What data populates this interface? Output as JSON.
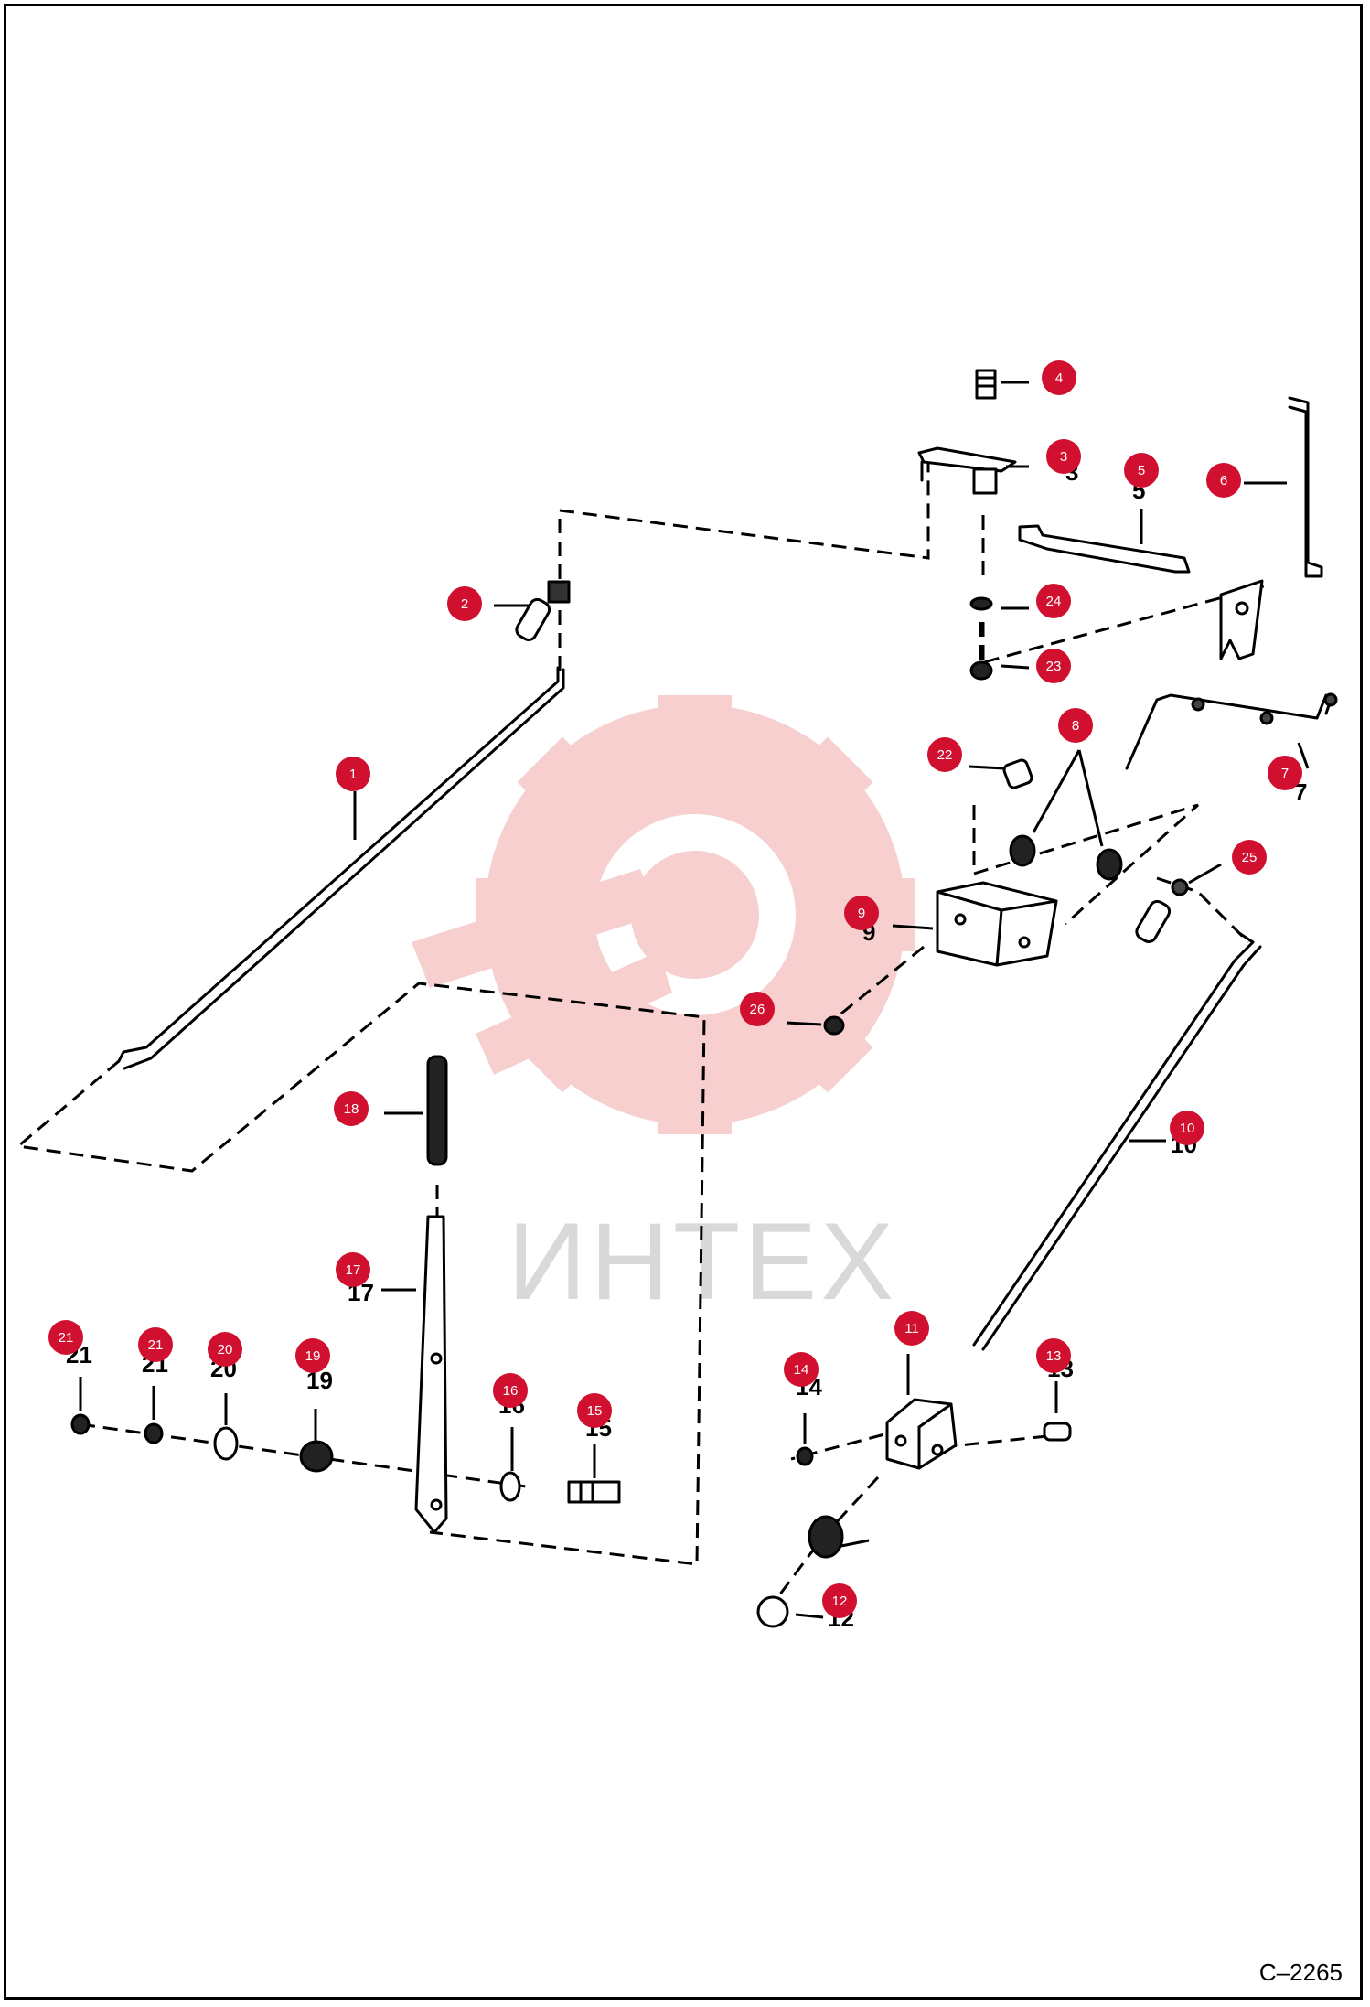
{
  "drawing_code": "C–2265",
  "watermark": {
    "text": "ИНТЕХ",
    "gear_color": "#f6c7c7",
    "text_color": "#d9d9d9"
  },
  "badge_color": "#d0102e",
  "callouts": [
    {
      "id": "1",
      "label": "1"
    },
    {
      "id": "2",
      "label": "2"
    },
    {
      "id": "3",
      "label": "3"
    },
    {
      "id": "4",
      "label": "4"
    },
    {
      "id": "5",
      "label": "5"
    },
    {
      "id": "6",
      "label": "6"
    },
    {
      "id": "7",
      "label": "7"
    },
    {
      "id": "8a",
      "label": "8"
    },
    {
      "id": "8b",
      "label": "8"
    },
    {
      "id": "9",
      "label": "9"
    },
    {
      "id": "10",
      "label": "10"
    },
    {
      "id": "11",
      "label": "11"
    },
    {
      "id": "12",
      "label": "12"
    },
    {
      "id": "13",
      "label": "13"
    },
    {
      "id": "14",
      "label": "14"
    },
    {
      "id": "15",
      "label": "15"
    },
    {
      "id": "16",
      "label": "16"
    },
    {
      "id": "17",
      "label": "17"
    },
    {
      "id": "18",
      "label": "18"
    },
    {
      "id": "19",
      "label": "19"
    },
    {
      "id": "20",
      "label": "20"
    },
    {
      "id": "21a",
      "label": "21"
    },
    {
      "id": "21b",
      "label": "21"
    },
    {
      "id": "22",
      "label": "22"
    },
    {
      "id": "23",
      "label": "23"
    },
    {
      "id": "24",
      "label": "24"
    },
    {
      "id": "25",
      "label": "25"
    },
    {
      "id": "26",
      "label": "26"
    }
  ],
  "plain_numbers": [
    "21",
    "21",
    "20",
    "19",
    "17",
    "16",
    "15",
    "14",
    "13",
    "12",
    "10",
    "9",
    "7",
    "5",
    "3"
  ]
}
